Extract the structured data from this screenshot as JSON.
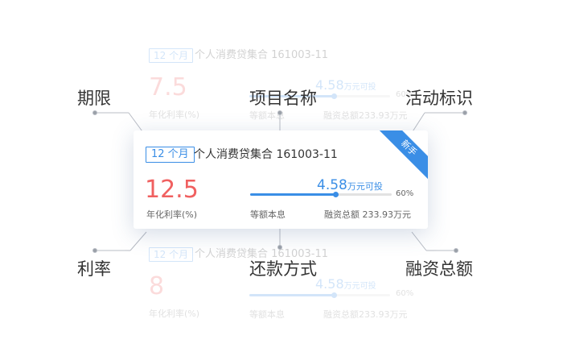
{
  "ghost_top": {
    "term": "12 个月",
    "name": "个人消费贷集合 161003-11",
    "rate": "7.5",
    "rate_label": "年化利率(%)",
    "amount": "4.58",
    "amount_unit": "万元可投",
    "percent": "60%",
    "method": "等额本息",
    "total": "融资总额233.93万元"
  },
  "main_card": {
    "term": "12 个月",
    "name": "个人消费贷集合 161003-11",
    "badge": "新手",
    "rate": "12.5",
    "rate_label": "年化利率(%)",
    "amount": "4.58",
    "amount_unit": "万元可投",
    "progress": 0.6,
    "percent": "60%",
    "method": "等额本息",
    "total": "融资总额  233.93万元"
  },
  "ghost_bottom": {
    "term": "12 个月",
    "name": "个人消费贷集合 161003-11",
    "rate": "8",
    "rate_label": "年化利率(%)",
    "amount": "4.58",
    "amount_unit": "万元可投",
    "percent": "60%",
    "method": "等额本息",
    "total": "融资总额233.93万元"
  },
  "callouts": {
    "term": "期限",
    "name": "项目名称",
    "badge": "活动标识",
    "rate": "利率",
    "method": "还款方式",
    "total": "融资总额"
  },
  "colors": {
    "accent": "#3a8ee6",
    "rate": "#f06060",
    "text": "#333333"
  }
}
